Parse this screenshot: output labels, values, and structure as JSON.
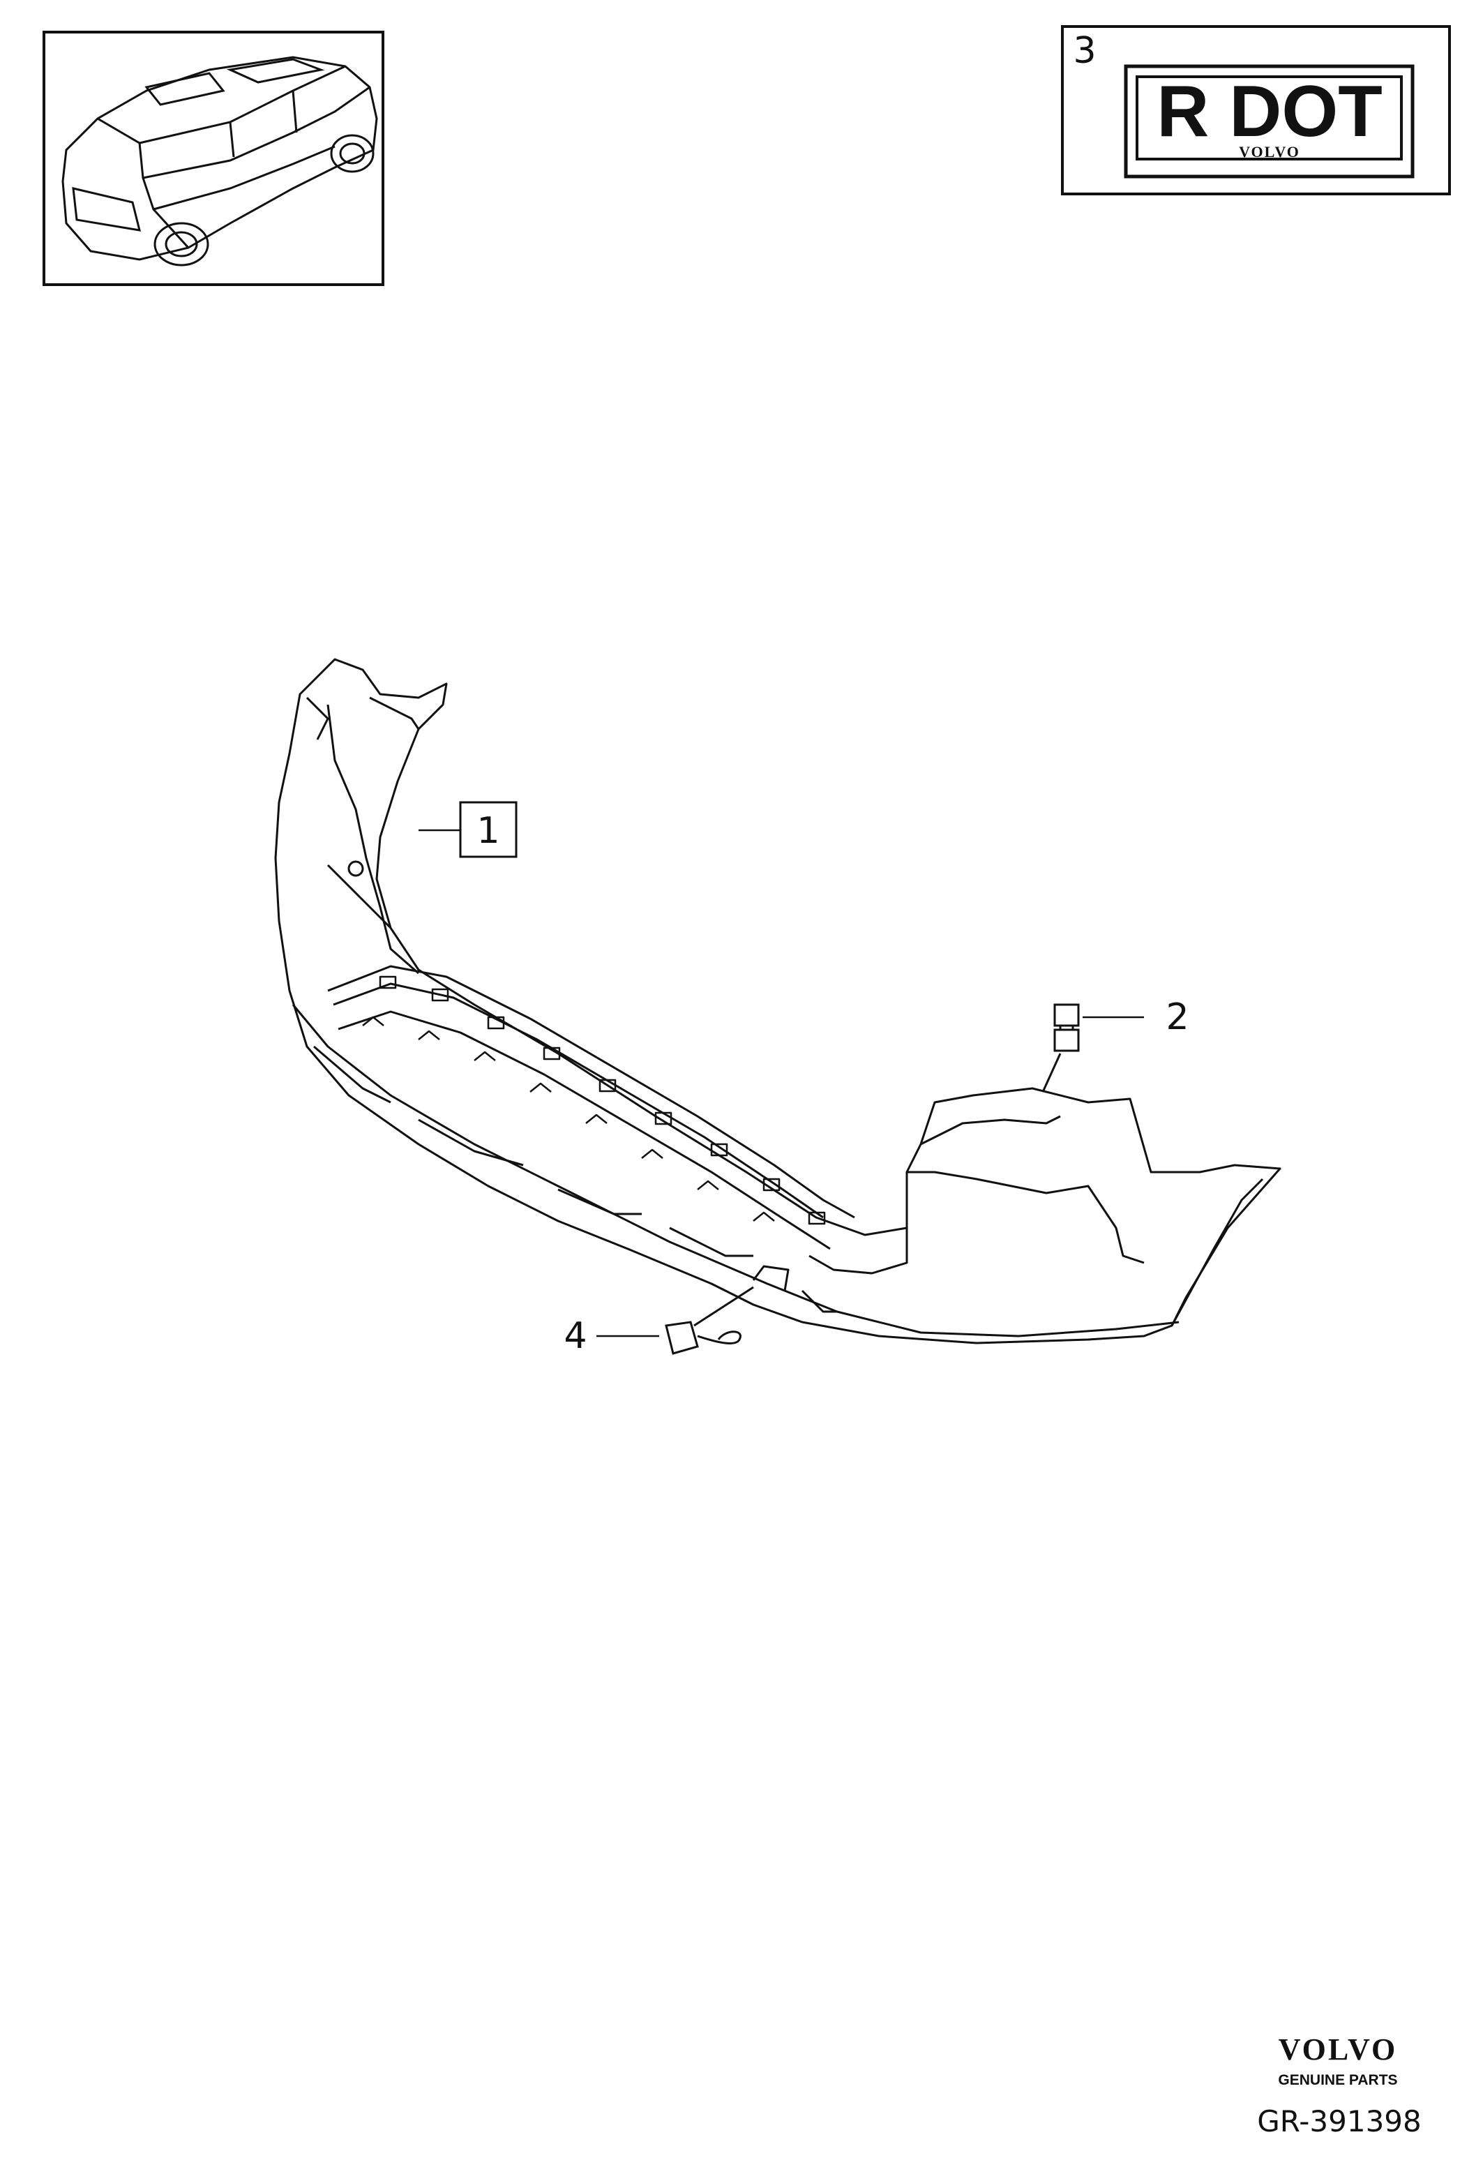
{
  "callouts": [
    {
      "id": "1",
      "boxed": true
    },
    {
      "id": "2",
      "boxed": false
    },
    {
      "id": "3",
      "boxed": false
    },
    {
      "id": "4",
      "boxed": false
    }
  ],
  "badge": {
    "text": "R DOT",
    "brand": "VOLVO"
  },
  "logo": {
    "brand": "VOLVO",
    "subtitle": "GENUINE PARTS"
  },
  "diagram_ref": "GR-391398",
  "colors": {
    "line": "#111111",
    "background": "#ffffff"
  }
}
